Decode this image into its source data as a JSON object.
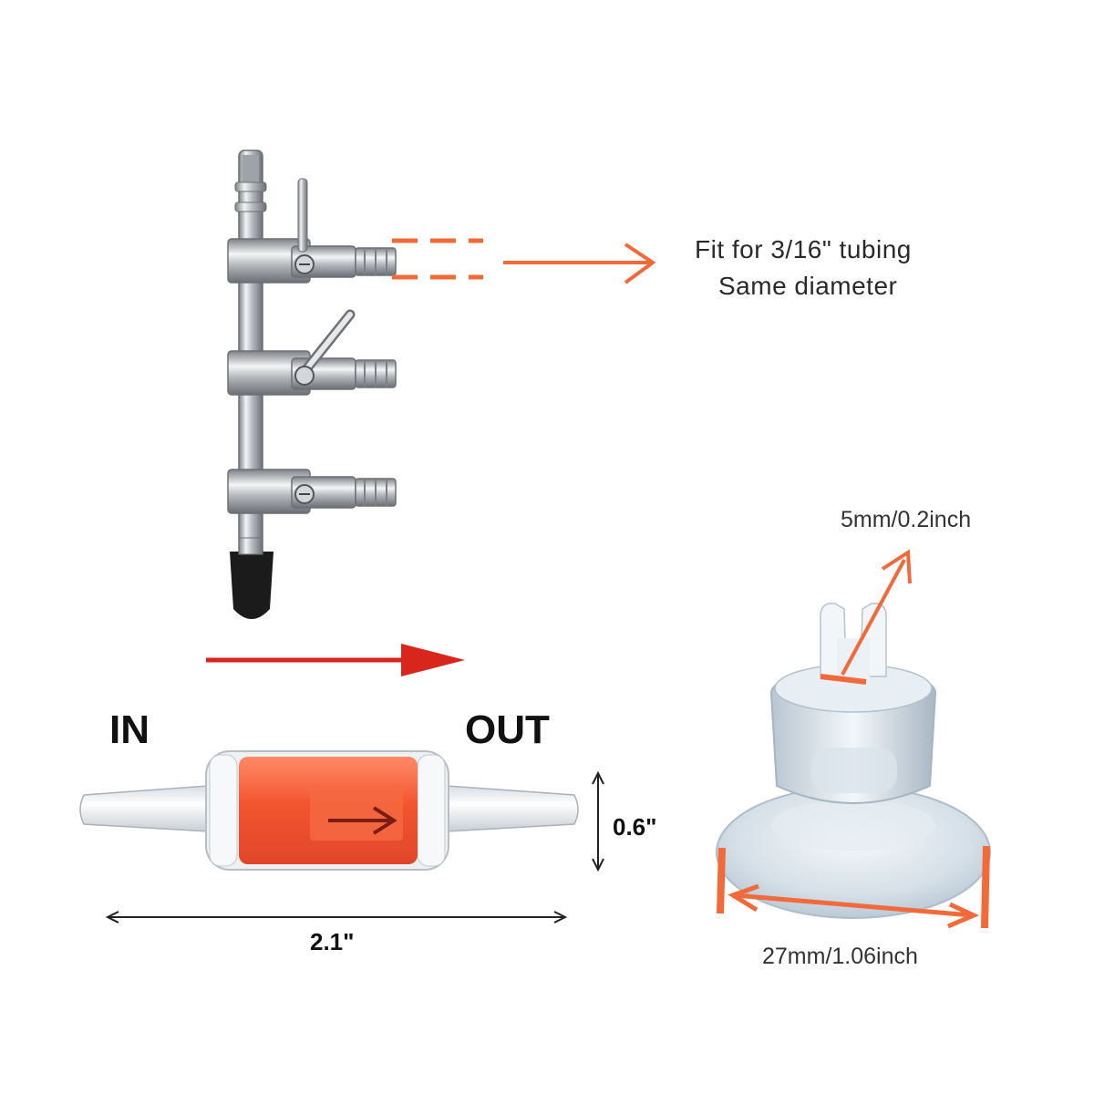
{
  "annotations": {
    "fit_line1": "Fit for 3/16\" tubing",
    "fit_line2": "Same diameter",
    "in": "IN",
    "out": "OUT",
    "height": "0.6\"",
    "length": "2.1\"",
    "tube_size": "5mm/0.2inch",
    "cup_size": "27mm/1.06inch"
  },
  "colors": {
    "accent_orange": "#f26a3a",
    "arrow_red": "#d9261c",
    "valve_red": "#f05a3a",
    "steel": "#c9ccd0",
    "suction_cup": "#d7e2ea"
  },
  "products": [
    {
      "name": "air-valve-manifold",
      "outlets": 3
    },
    {
      "name": "check-valve"
    },
    {
      "name": "suction-cup"
    }
  ]
}
